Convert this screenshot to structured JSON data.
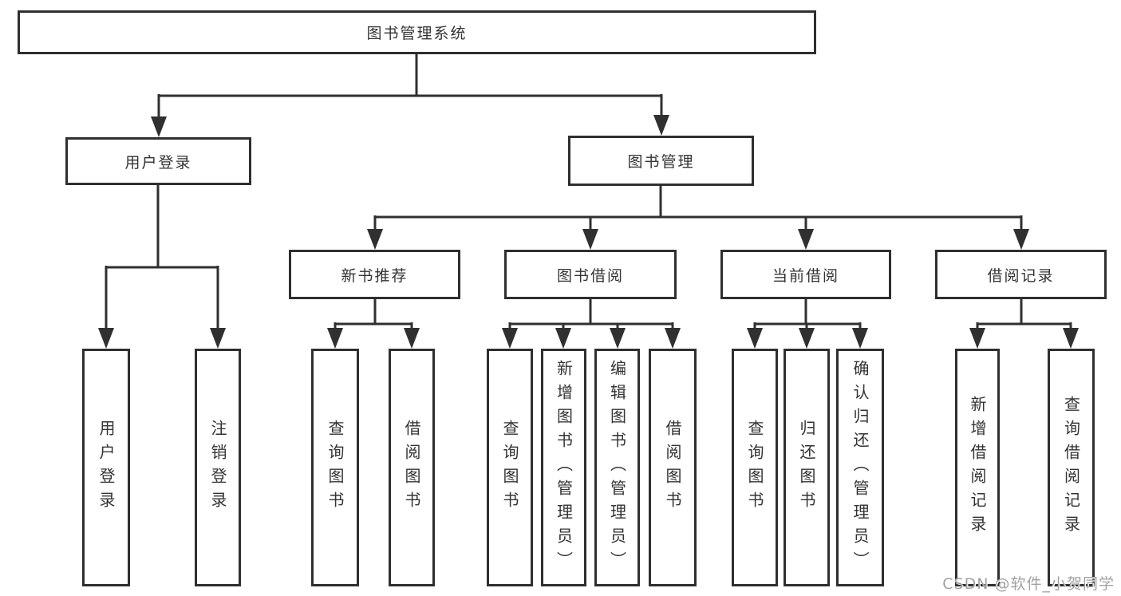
{
  "nodes": {
    "root": {
      "label": "图书管理系统"
    },
    "user_login": {
      "label": "用户登录"
    },
    "book_mgmt": {
      "label": "图书管理"
    },
    "new_book_rec": {
      "label": "新书推荐"
    },
    "book_borrow": {
      "label": "图书借阅"
    },
    "current_borrow": {
      "label": "当前借阅"
    },
    "borrow_records": {
      "label": "借阅记录"
    },
    "leaf_user_login": {
      "label": "用户登录"
    },
    "leaf_logout": {
      "label": "注销登录"
    },
    "leaf_query_books_a": {
      "label": "查询图书"
    },
    "leaf_borrow_books_a": {
      "label": "借阅图书"
    },
    "leaf_query_books_b": {
      "label": "查询图书"
    },
    "leaf_add_book": {
      "label": "新增图书（管理员）"
    },
    "leaf_edit_book": {
      "label": "编辑图书（管理员）"
    },
    "leaf_borrow_books_b": {
      "label": "借阅图书"
    },
    "leaf_query_books_c": {
      "label": "查询图书"
    },
    "leaf_return_book": {
      "label": "归还图书"
    },
    "leaf_confirm_return": {
      "label": "确认归还（管理员）"
    },
    "leaf_add_borrow_record": {
      "label": "新增借阅记录"
    },
    "leaf_query_borrow_record": {
      "label": "查询借阅记录"
    }
  },
  "watermark": {
    "text": "CSDN @软件_小贺同学"
  },
  "colors": {
    "line": "#303030",
    "border": "#2f2f2f",
    "text": "#333333",
    "watermark": "#a2a2a2",
    "background": "#ffffff"
  }
}
